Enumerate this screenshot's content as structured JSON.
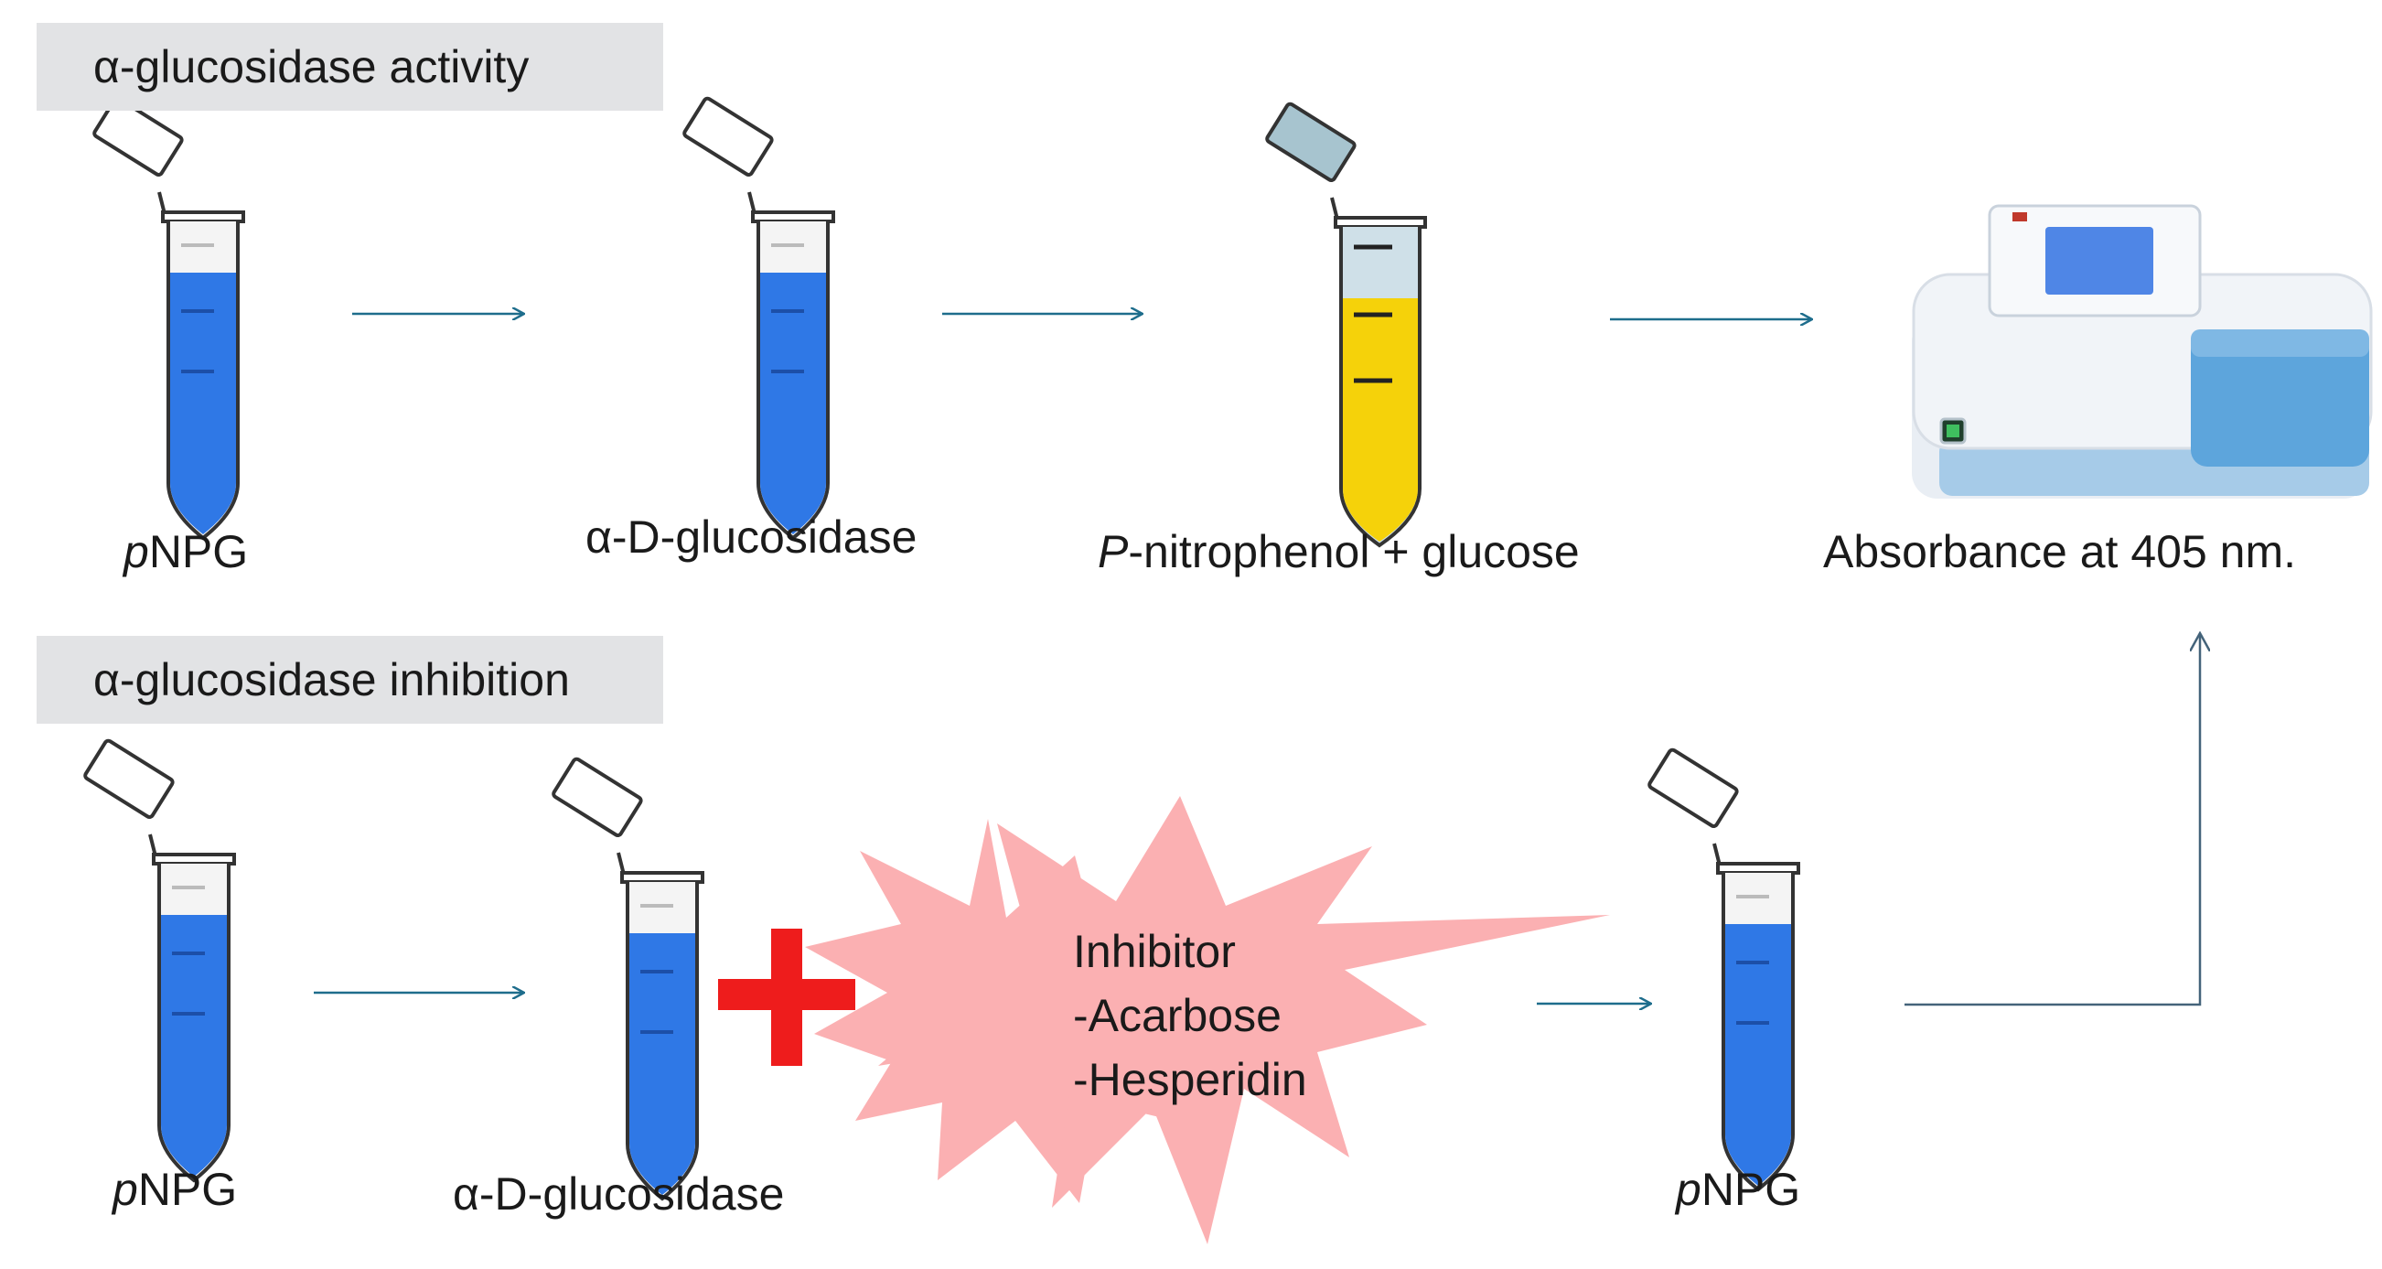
{
  "activity": {
    "header": "α-glucosidase activity",
    "label_pnpg_prefix": "p",
    "label_pnpg_rest": "NPG",
    "label_enzyme": "α-D-glucosidase",
    "label_product_prefix": "P",
    "label_product_rest": "-nitrophenol + glucose",
    "label_reader": "Absorbance at 405 nm."
  },
  "inhibition": {
    "header": "α-glucosidase inhibition",
    "label_pnpg_prefix": "p",
    "label_pnpg_rest": "NPG",
    "label_enzyme": "α-D-glucosidase",
    "inhibitor_title": "Inhibitor",
    "inhibitor_1": "-Acarbose",
    "inhibitor_2": "-Hesperidin",
    "label_pnpg2_prefix": "p",
    "label_pnpg2_rest": "NPG"
  },
  "colors": {
    "arrow": "#1e6d8c",
    "liquid_blue": "#2f78e6",
    "liquid_yellow": "#f5d20a",
    "plus_red": "#ee1c1c",
    "burst_pink": "#fbb0b2"
  }
}
